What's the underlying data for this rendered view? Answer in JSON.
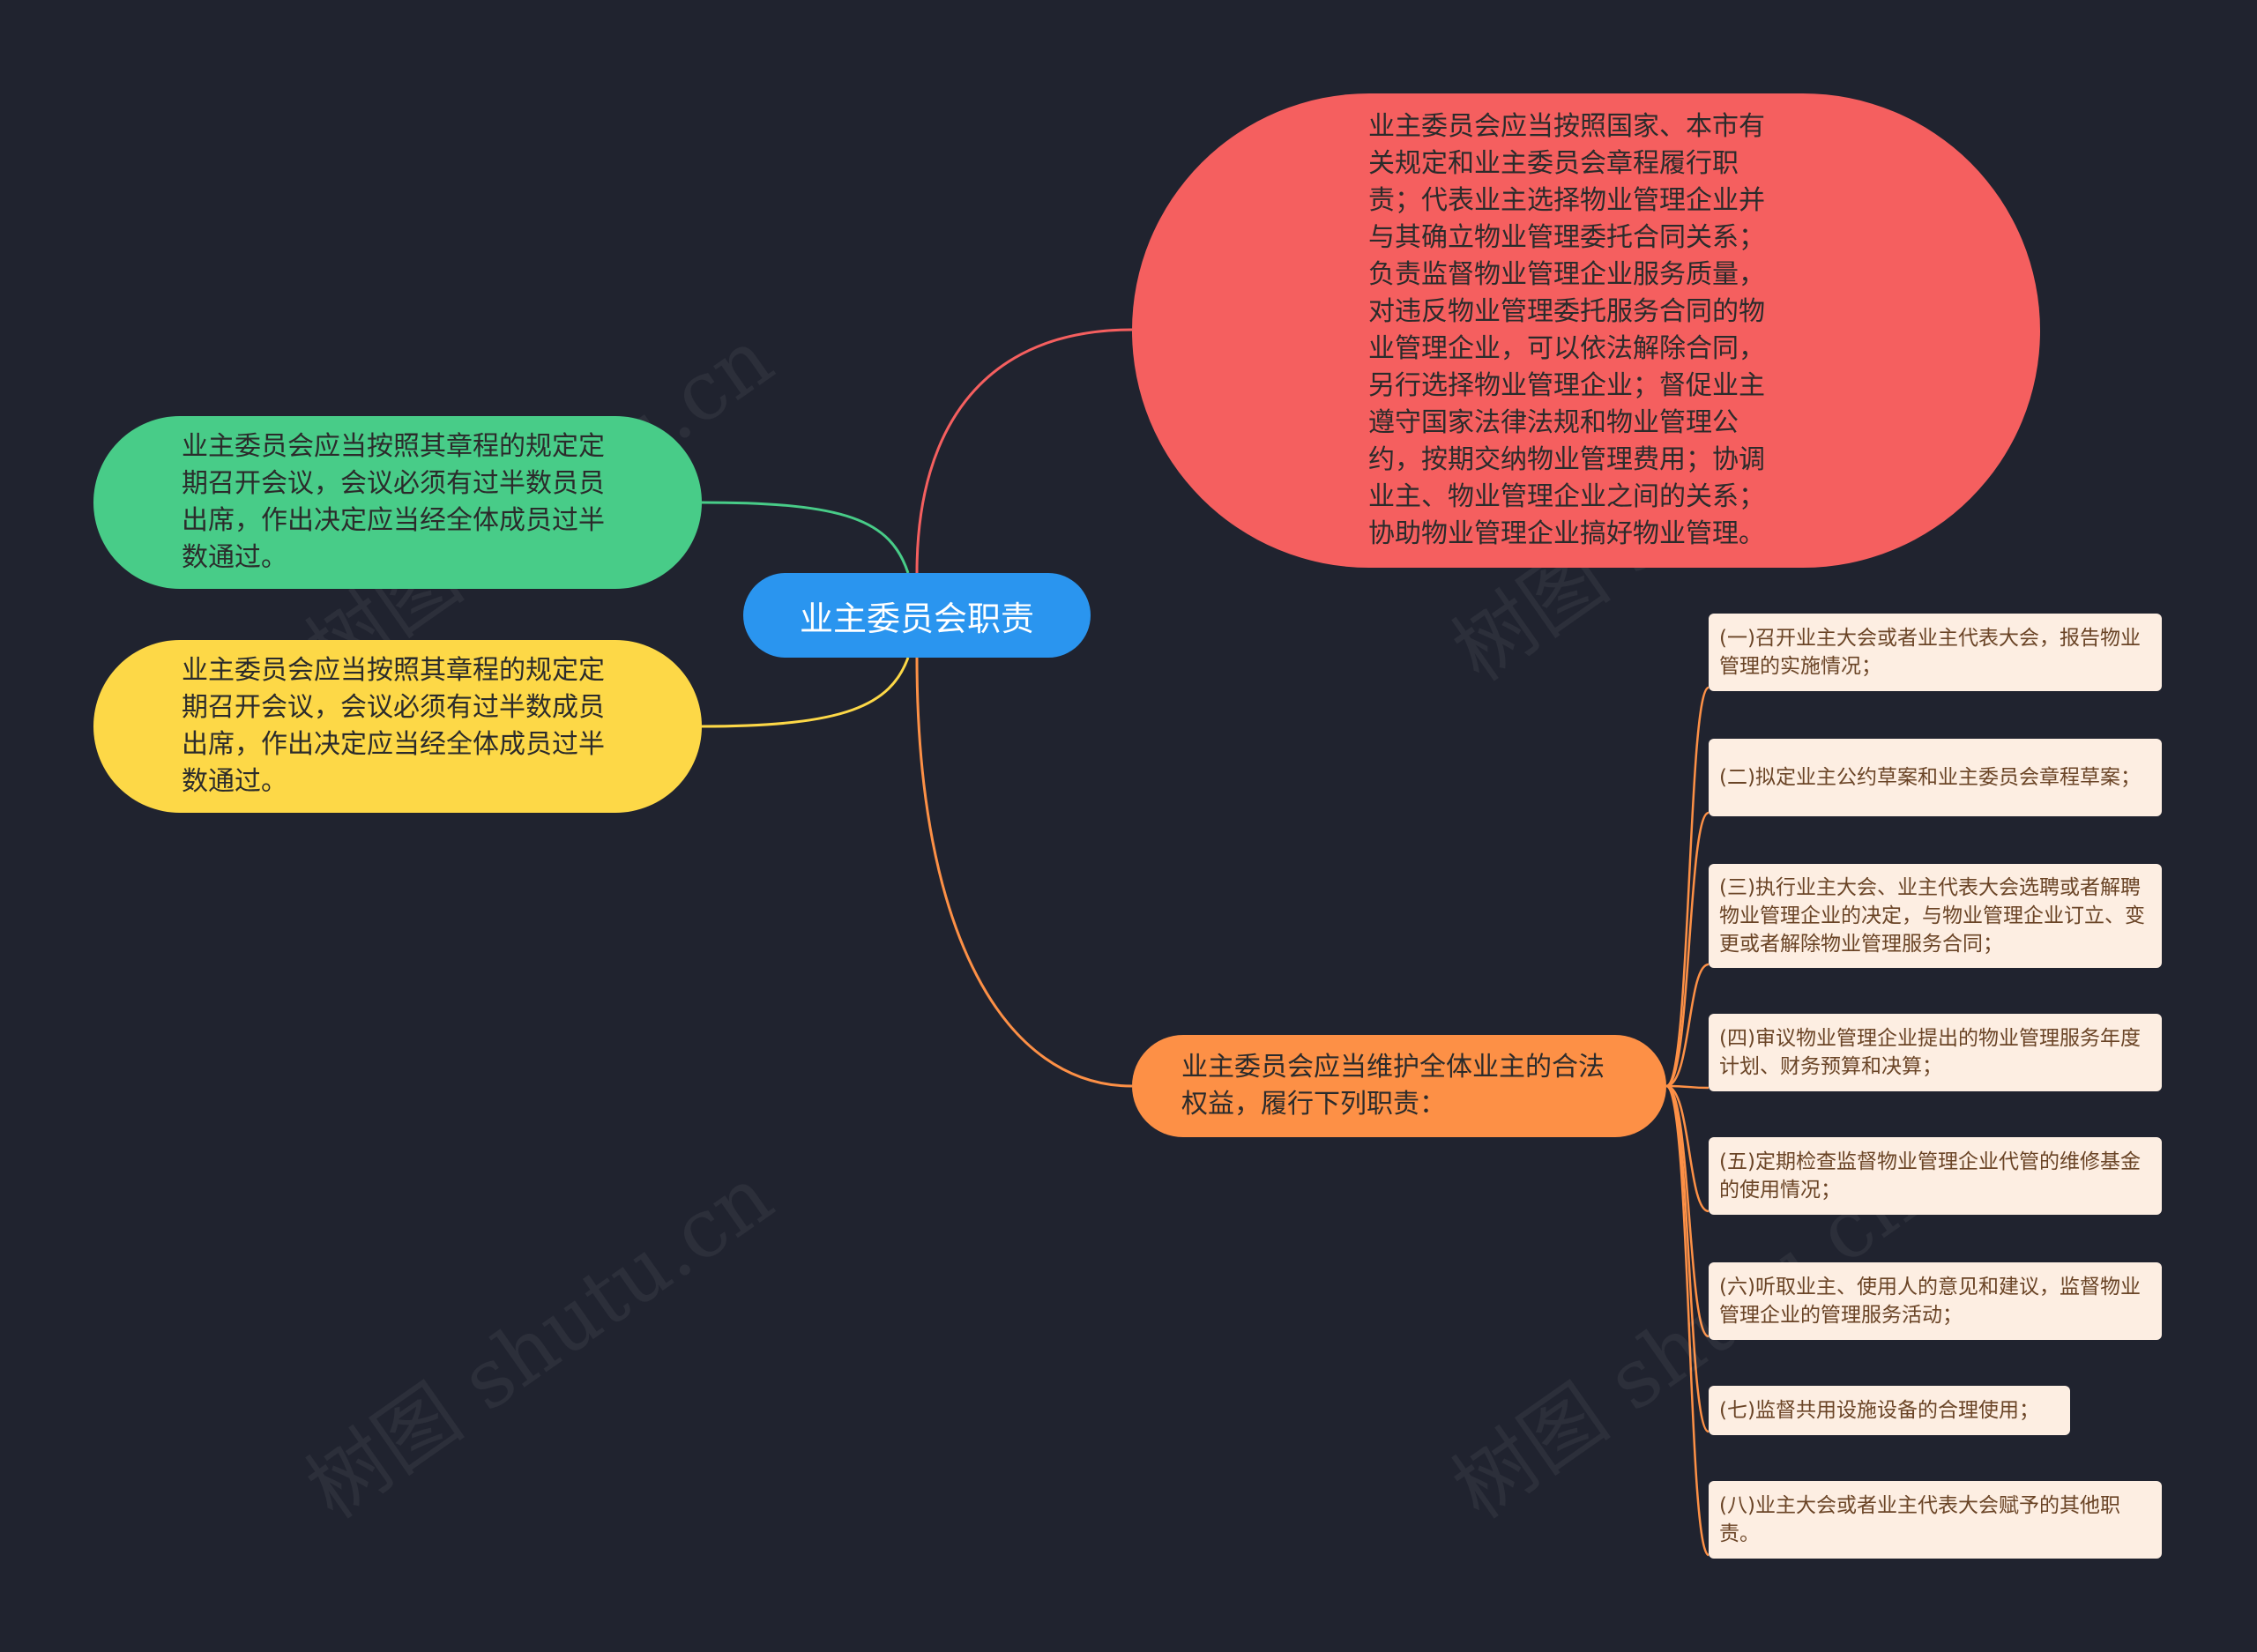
{
  "root": {
    "label": "业主委员会职责",
    "color": "#2a95ef"
  },
  "branches": {
    "duties_statute": {
      "color": "#f55f5f",
      "text": "业主委员会应当按照国家、本市有关规定和业主委员会章程履行职责；代表业主选择物业管理企业并与其确立物业管理委托合同关系；负责监督物业管理企业服务质量，对违反物业管理委托服务合同的物业管理企业，可以依法解除合同，另行选择物业管理企业；督促业主遵守国家法律法规和物业管理公约，按期交纳物业管理费用；协调业主、物业管理企业之间的关系；协助物业管理企业搞好物业管理。"
    },
    "meeting_rule_a": {
      "color": "#48cc88",
      "text": "业主委员会应当按照其章程的规定定期召开会议，会议必须有过半数员员出席，作出决定应当经全体成员过半数通过。"
    },
    "meeting_rule_b": {
      "color": "#fdd847",
      "text": "业主委员会应当按照其章程的规定定期召开会议，会议必须有过半数成员出席，作出决定应当经全体成员过半数通过。"
    },
    "rights_protection": {
      "color": "#fd9046",
      "text": "业主委员会应当维护全体业主的合法权益，履行下列职责：",
      "items": [
        "(一)召开业主大会或者业主代表大会，报告物业管理的实施情况；",
        "(二)拟定业主公约草案和业主委员会章程草案；",
        "(三)执行业主大会、业主代表大会选聘或者解聘物业管理企业的决定，与物业管理企业订立、变更或者解除物业管理服务合同；",
        "(四)审议物业管理企业提出的物业管理服务年度计划、财务预算和决算；",
        "(五)定期检查监督物业管理企业代管的维修基金的使用情况；",
        "(六)听取业主、使用人的意见和建议，监督物业管理企业的管理服务活动；",
        "(七)监督共用设施设备的合理使用；",
        "(八)业主大会或者业主代表大会赋予的其他职责。"
      ]
    }
  },
  "watermark": "树图 shutu.cn"
}
